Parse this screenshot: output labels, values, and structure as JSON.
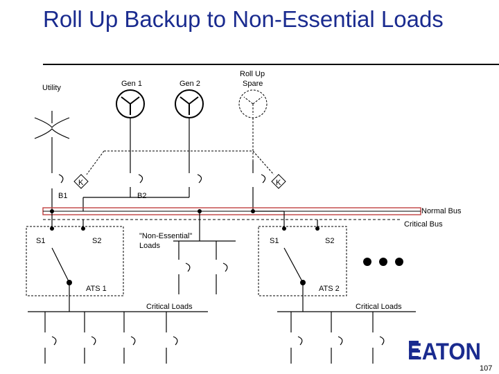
{
  "slide": {
    "title": "Roll Up Backup to Non-Essential Loads",
    "page_number": "107",
    "logo": "EATON"
  },
  "sources": {
    "utility": "Utility",
    "gen1": "Gen 1",
    "gen2": "Gen 2",
    "spare_line1": "Roll Up",
    "spare_line2": "Spare"
  },
  "breakers": {
    "k_left": "K",
    "k_right": "K",
    "b1": "B1",
    "b2": "B2"
  },
  "buses": {
    "normal": "Normal Bus",
    "critical": "Critical Bus"
  },
  "ats1": {
    "s1": "S1",
    "s2": "S2",
    "name": "ATS 1",
    "loads": "Critical Loads"
  },
  "nonessential": {
    "line1": "\"Non-Essential\"",
    "line2": "Loads"
  },
  "ats2": {
    "s1": "S1",
    "s2": "S2",
    "name": "ATS 2",
    "loads": "Critical Loads"
  },
  "colors": {
    "title": "#1a2b8f",
    "logo": "#1a2b8f",
    "normal_bus": "#c04040"
  }
}
